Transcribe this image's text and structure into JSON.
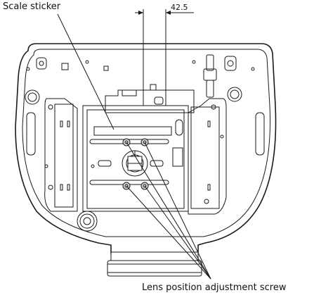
{
  "labels": {
    "scale_sticker": "Scale sticker",
    "dimension": "42.5",
    "lens_screw": "Lens position adjustment screw"
  }
}
